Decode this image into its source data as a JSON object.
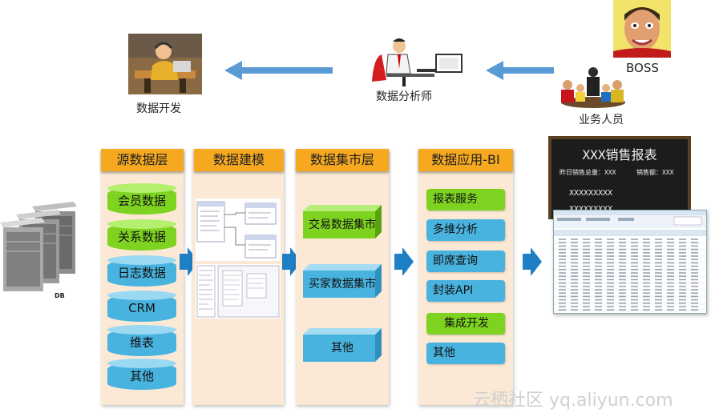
{
  "people": {
    "developer_label": "数据开发",
    "analyst_label": "数据分析师",
    "business_label": "业务人员",
    "boss_label": "BOSS"
  },
  "db_label": "DB",
  "layers": [
    {
      "title": "源数据层"
    },
    {
      "title": "数据建模"
    },
    {
      "title": "数据集市层"
    },
    {
      "title": "数据应用-BI"
    }
  ],
  "source_items": [
    "会员数据",
    "关系数据",
    "日志数据",
    "CRM",
    "维表",
    "其他"
  ],
  "mart_items": [
    "交易数据集市",
    "买家数据集市",
    "其他"
  ],
  "app_items": [
    "报表服务",
    "多维分析",
    "即席查询",
    "封装API",
    "集成开发",
    "其他"
  ],
  "blackboard": {
    "title": "XXX销售报表",
    "line1": "昨日销售总量：XXX",
    "line1b": "销售额：XXX",
    "line2": "XXXXXXXXX",
    "line3": "XXXXXXXXX"
  },
  "watermark": "云栖社区 yq.aliyun.com",
  "colors": {
    "header": "#f6a81f",
    "panel": "#fbe9d6",
    "green": "#7ed321",
    "blue": "#49b3e0",
    "arrow": "#1f7fc4"
  }
}
